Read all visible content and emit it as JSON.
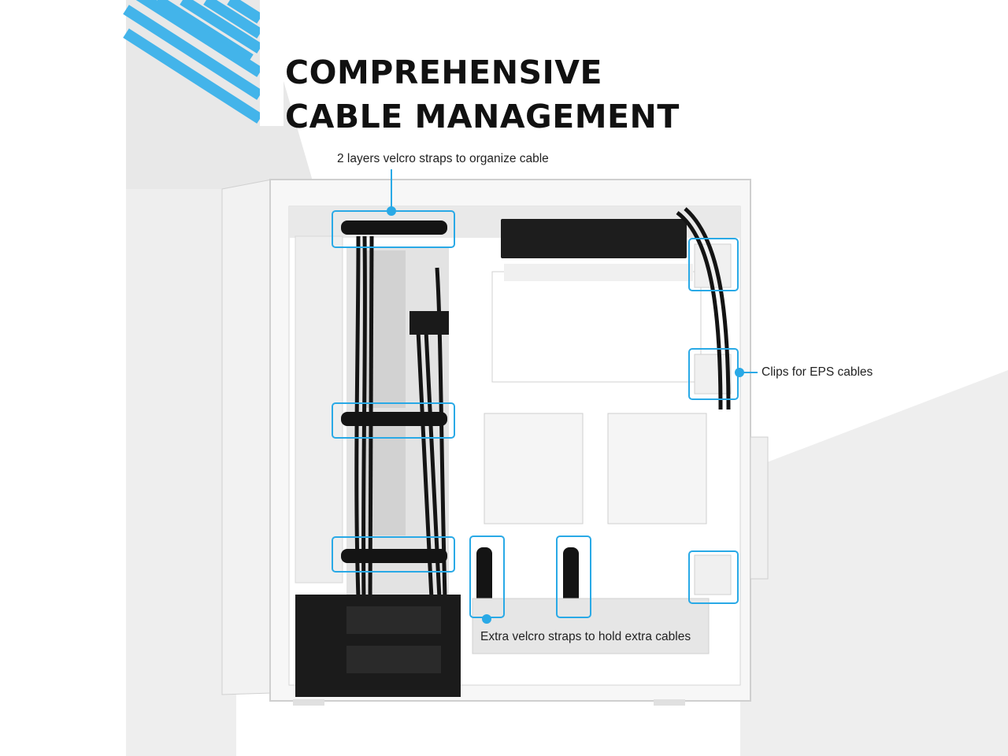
{
  "headline": {
    "line1": "COMPREHENSIVE",
    "line2": "CABLE MANAGEMENT"
  },
  "callouts": {
    "velcro_top": "2 layers velcro straps to organize cable",
    "eps_clips": "Clips for EPS cables",
    "extra_velcro": "Extra velcro straps to hold extra cables"
  },
  "colors": {
    "accent": "#29a9e6",
    "stripe": "#43b4ea",
    "case_white": "#f4f4f4",
    "strap_black": "#141414"
  }
}
